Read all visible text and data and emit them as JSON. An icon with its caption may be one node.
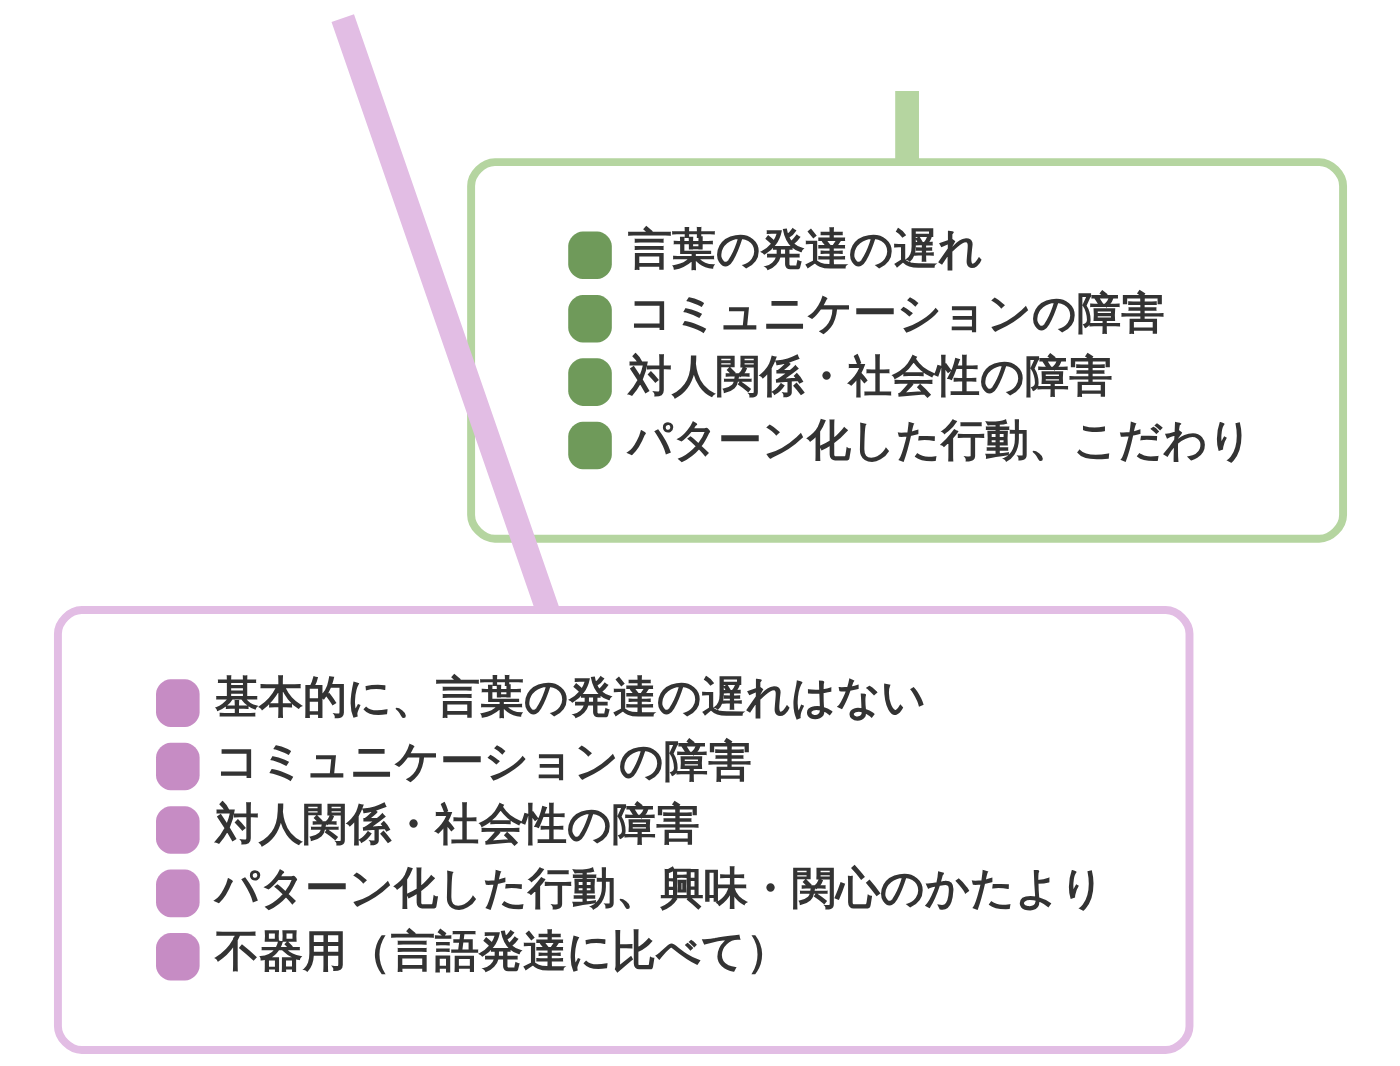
{
  "diagram": {
    "nodes": [
      {
        "text": [
          "言葉の発達の遅れ",
          "コミュニケーションの障害",
          "対人関係・社会性の障害",
          "パターン化した行動、こだわり"
        ]
      },
      {
        "text": [
          "基本的に、言葉の発達の遅れはない",
          "コミュニケーションの障害",
          "対人関係・社会性の障害",
          "パターン化した行動、興味・関心のかたより",
          "不器用（言語発達に比べて）"
        ]
      }
    ],
    "edges": [
      {
        "from": null,
        "to": 0,
        "arrow": "none",
        "color": "#b5d5a0"
      },
      {
        "from": null,
        "to": 1,
        "arrow": "none",
        "color": "#e2bde4"
      }
    ]
  }
}
